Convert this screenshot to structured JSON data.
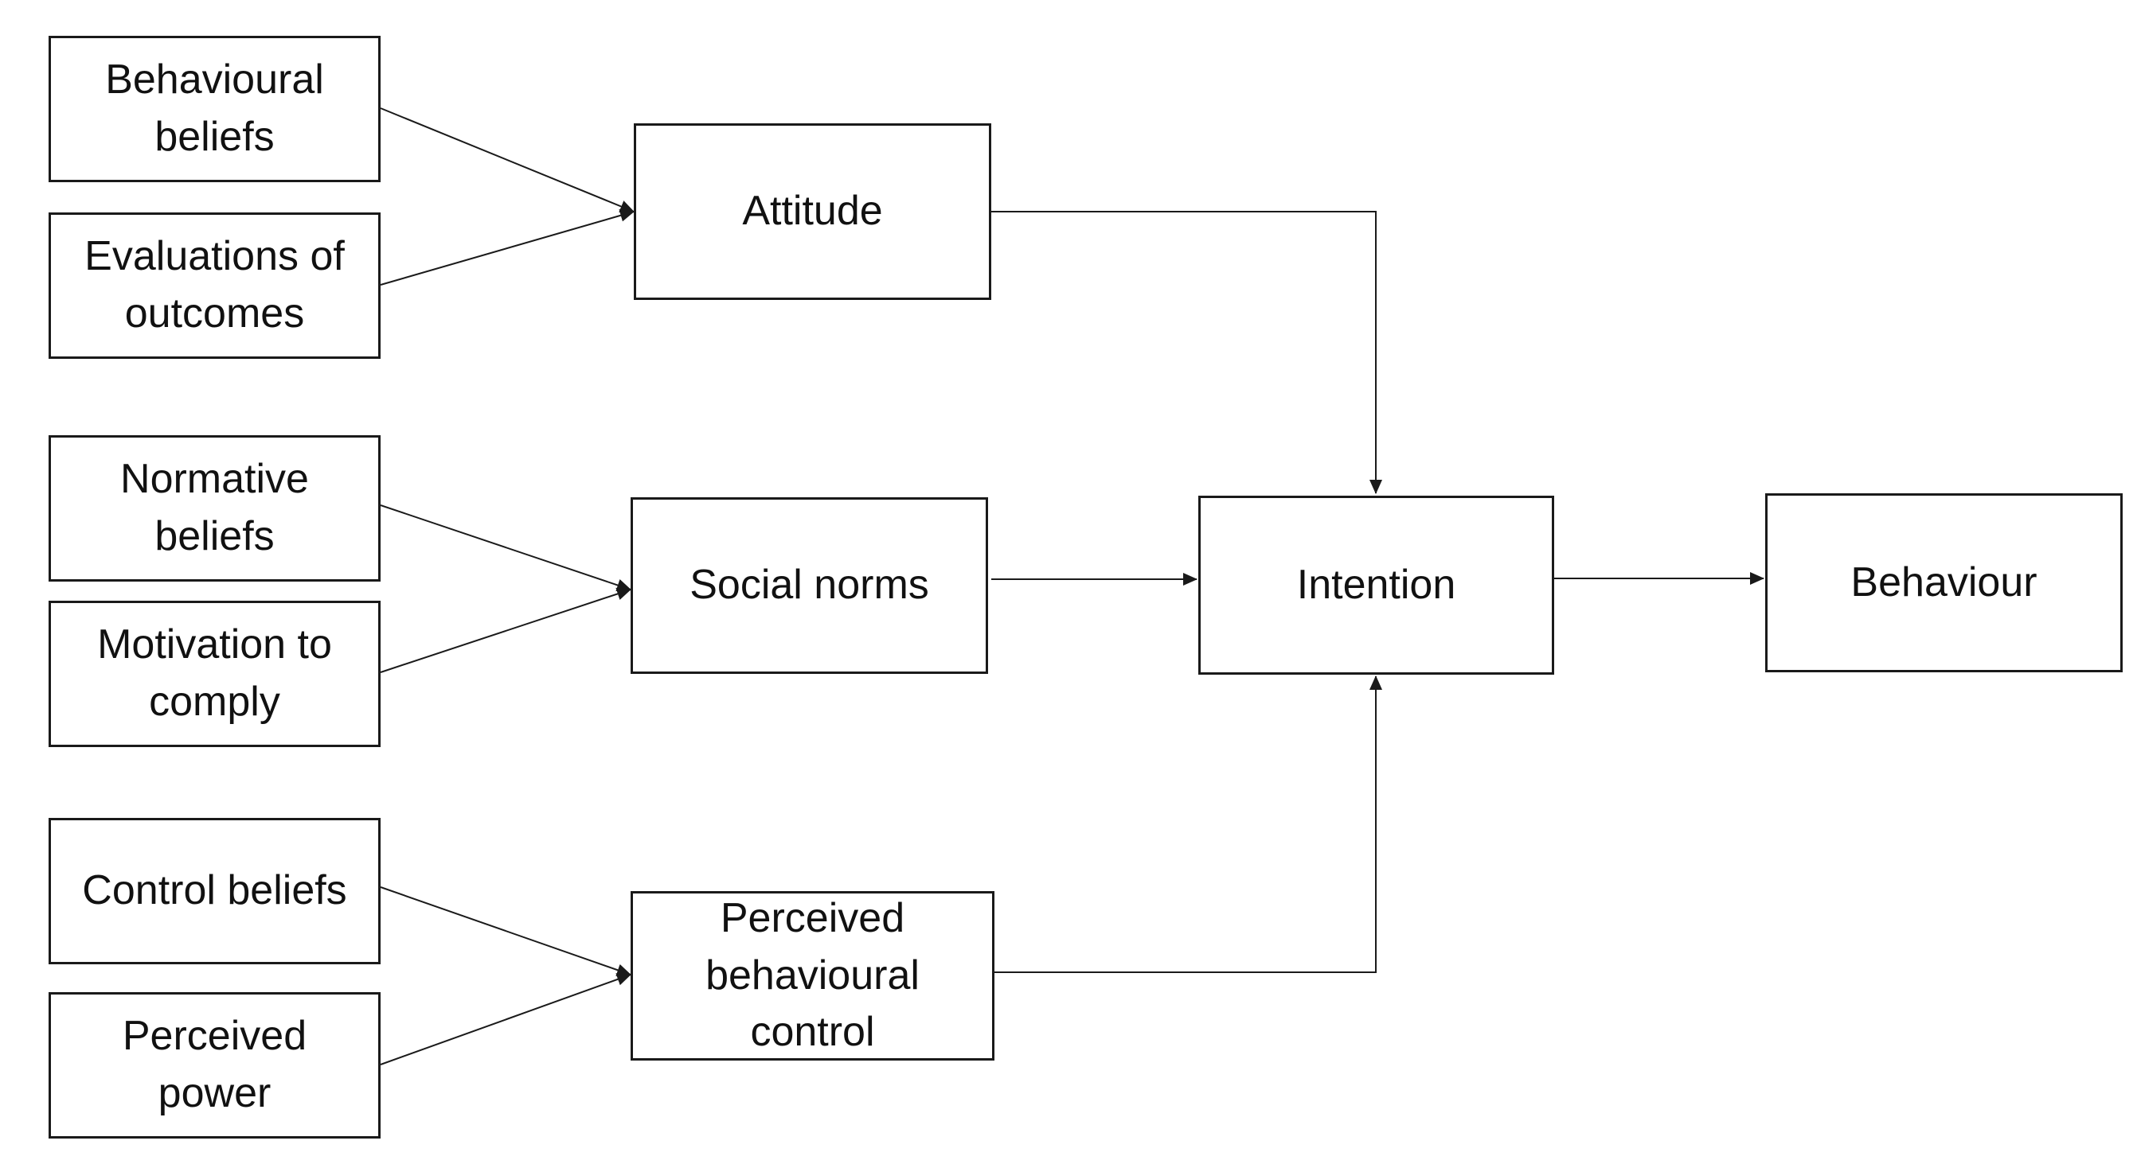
{
  "nodes": {
    "behavioural_beliefs": "Behavioural beliefs",
    "evaluations_of_outcomes": "Evaluations of outcomes",
    "normative_beliefs": "Normative beliefs",
    "motivation_to_comply": "Motivation to comply",
    "control_beliefs": "Control beliefs",
    "perceived_power": "Perceived power",
    "attitude": "Attitude",
    "social_norms": "Social norms",
    "perceived_behavioural_control": "Perceived behavioural control",
    "intention": "Intention",
    "behaviour": "Behaviour"
  },
  "edges": [
    {
      "from": "Behavioural beliefs",
      "to": "Attitude"
    },
    {
      "from": "Evaluations of outcomes",
      "to": "Attitude"
    },
    {
      "from": "Normative beliefs",
      "to": "Social norms"
    },
    {
      "from": "Motivation to comply",
      "to": "Social norms"
    },
    {
      "from": "Control beliefs",
      "to": "Perceived behavioural control"
    },
    {
      "from": "Perceived power",
      "to": "Perceived behavioural control"
    },
    {
      "from": "Attitude",
      "to": "Intention"
    },
    {
      "from": "Social norms",
      "to": "Intention"
    },
    {
      "from": "Perceived behavioural control",
      "to": "Intention"
    },
    {
      "from": "Intention",
      "to": "Behaviour"
    }
  ],
  "colors": {
    "stroke": "#1a1a1a",
    "text": "#111111",
    "background": "#ffffff"
  }
}
